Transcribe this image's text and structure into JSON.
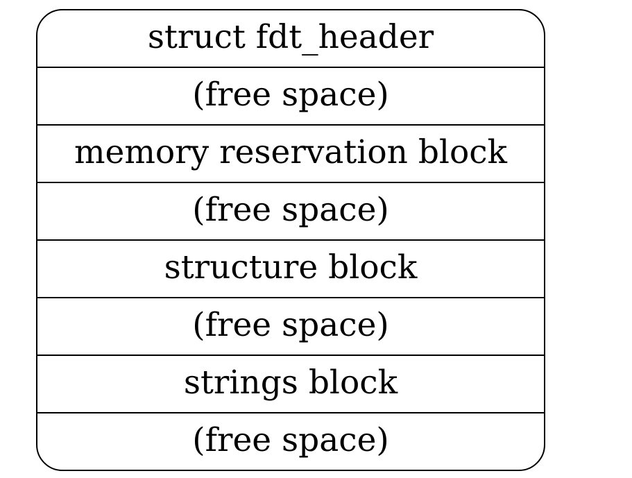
{
  "diagram": {
    "fields": [
      "struct fdt_header",
      "(free space)",
      "memory reservation block",
      "(free space)",
      "structure block",
      "(free space)",
      "strings block",
      "(free space)"
    ]
  }
}
